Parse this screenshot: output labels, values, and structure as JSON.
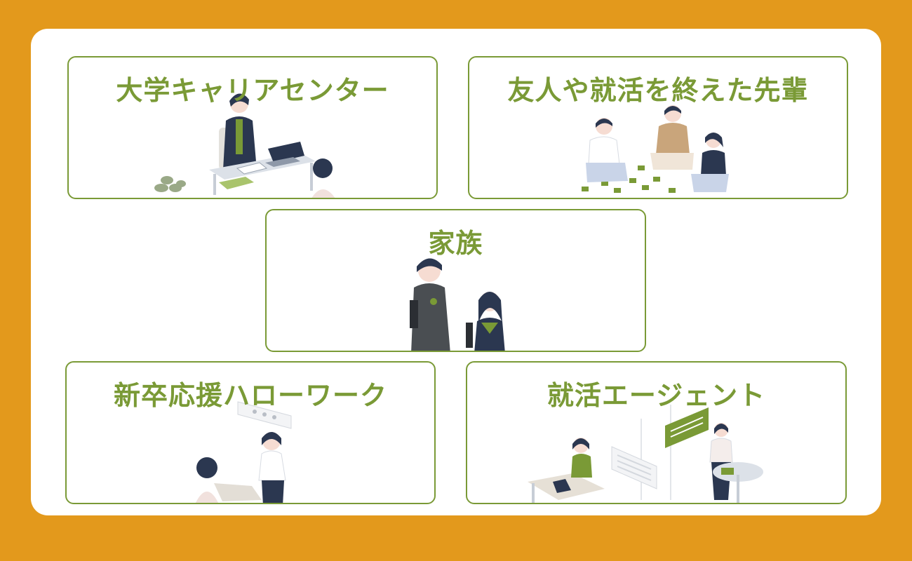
{
  "colors": {
    "background": "#E3991C",
    "panel": "#FFFFFF",
    "accent_green": "#7A9A36",
    "navy": "#2B3750",
    "skin": "#F6DCD2",
    "gray_furniture": "#DCE1E8"
  },
  "cards": {
    "career": {
      "title": "大学キャリアセンター",
      "illustration": "career-counselor-desk-illustration"
    },
    "friends": {
      "title": "友人や就活を終えた先輩",
      "illustration": "friends-seniors-discussion-illustration"
    },
    "family": {
      "title": "家族",
      "illustration": "family-graduation-illustration"
    },
    "hellowork": {
      "title": "新卒応援ハローワーク",
      "illustration": "hellowork-counter-illustration"
    },
    "agent": {
      "title": "就活エージェント",
      "illustration": "job-agent-meeting-illustration"
    }
  }
}
